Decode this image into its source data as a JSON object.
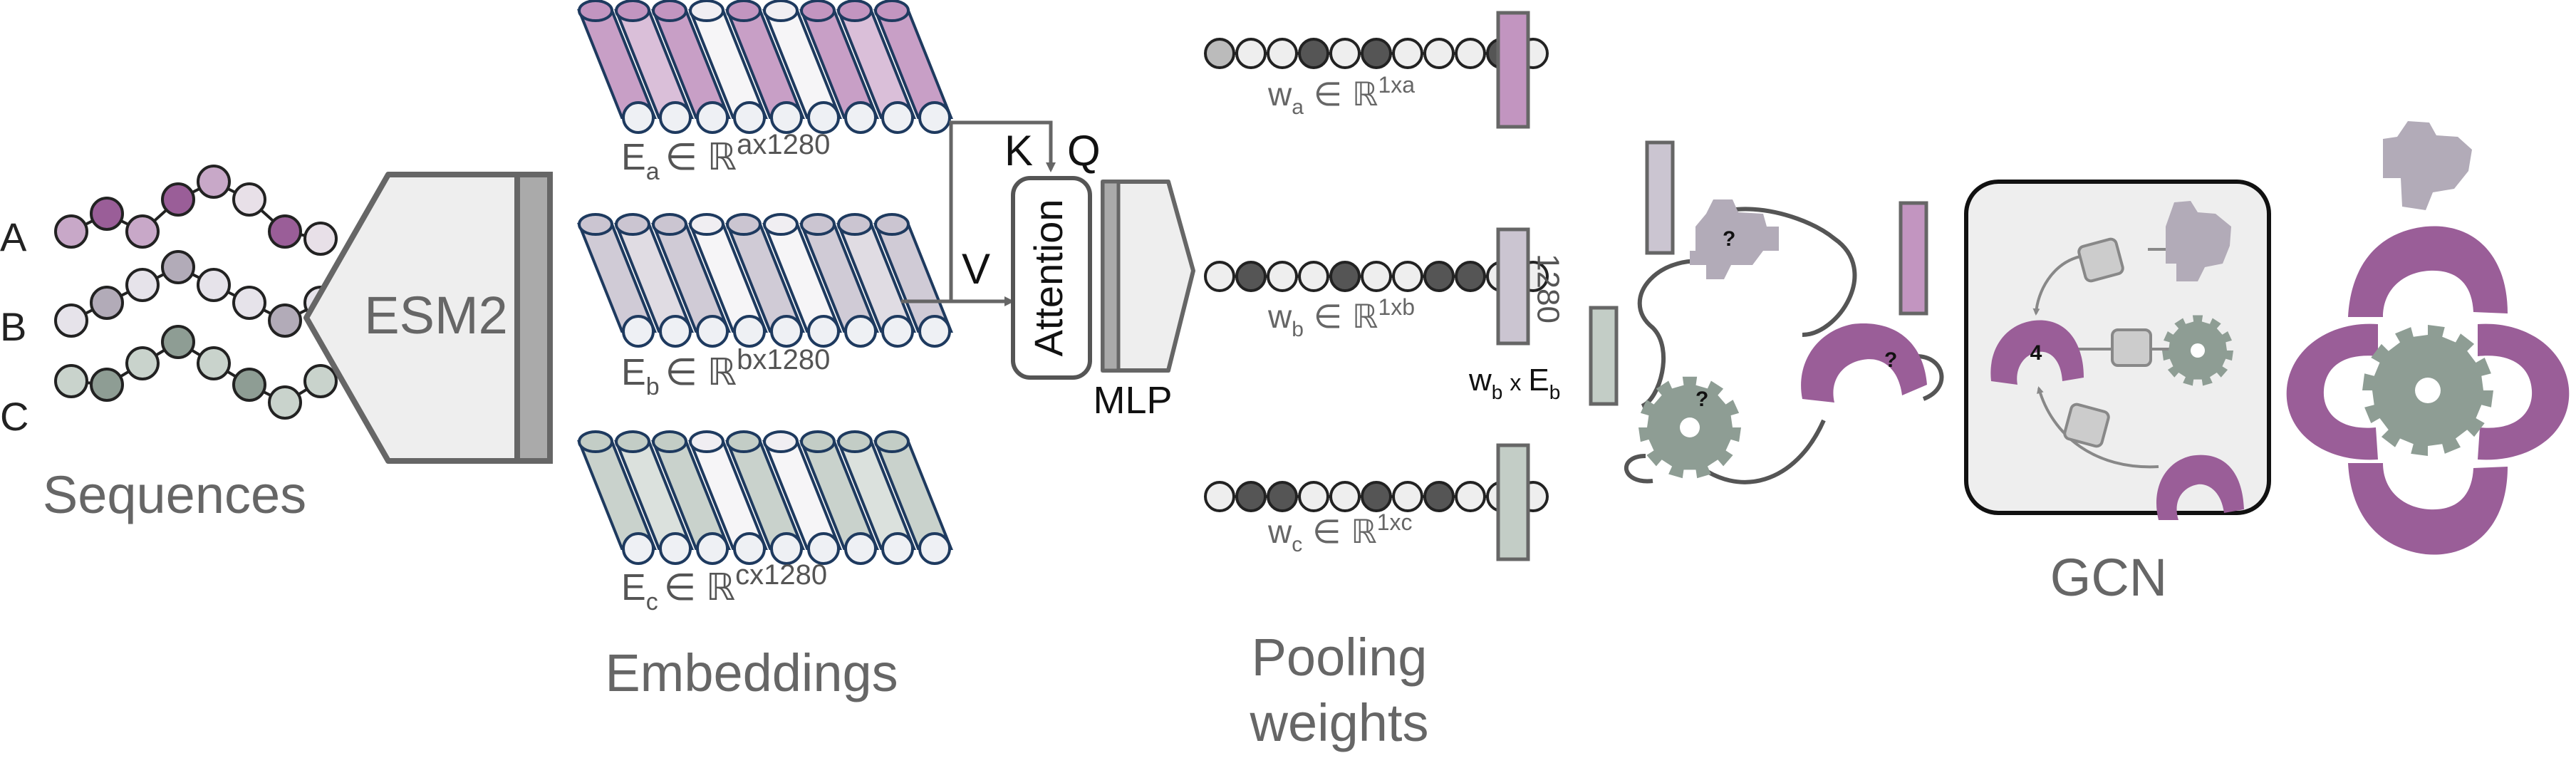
{
  "colors": {
    "outline": "#1e3a5f",
    "dark_gray": "#555555",
    "mid_gray": "#888888",
    "panel_fill": "#eeeeee",
    "bead_white": "#eeeeee",
    "bead_dark": "#555555",
    "bead_mid": "#bbbbbb",
    "purple_dark": "#9a5e98",
    "purple_light": "#c8a8c8",
    "gray_purple": "#b2abb8",
    "green_gray": "#8e9d94",
    "green_light": "#c9d3cc",
    "rod_purple": "#c295c0",
    "rod_lavender": "#cbc5d1",
    "rod_green": "#c3cdc6"
  },
  "icons": {
    "mlp": "trapezoid-icon",
    "protein_purple": "purple-c-protein-icon",
    "protein_gray": "gray-protein-icon",
    "protein_green": "green-gear-protein-icon"
  },
  "sequences": {
    "rows": [
      {
        "label": "A",
        "colors": [
          "#c8a8c8",
          "#9a5e98",
          "#c8a8c8",
          "#9a5e98",
          "#c8a8c8",
          "#e8e0e8",
          "#9a5e98",
          "#e8e0e8"
        ]
      },
      {
        "label": "B",
        "colors": [
          "#e6e3ea",
          "#b2abb8",
          "#e6e3ea",
          "#b2abb8",
          "#e6e3ea",
          "#e6e3ea",
          "#b2abb8",
          "#e6e3ea"
        ]
      },
      {
        "label": "C",
        "colors": [
          "#c9d3cc",
          "#8e9d94",
          "#c9d3cc",
          "#8e9d94",
          "#c9d3cc",
          "#8e9d94",
          "#c9d3cc",
          "#c9d3cc"
        ]
      }
    ],
    "caption": "Sequences"
  },
  "esm": {
    "label": "ESM2"
  },
  "embeddings": {
    "caption": "Embeddings",
    "a": {
      "prefix": "E",
      "sub": "a",
      "elem": "∈",
      "set": "ℝ",
      "sup": "ax1280",
      "color": "#c295c0"
    },
    "b": {
      "prefix": "E",
      "sub": "b",
      "elem": "∈",
      "set": "ℝ",
      "sup": "bx1280",
      "color": "#cbc5d1"
    },
    "c": {
      "prefix": "E",
      "sub": "c",
      "elem": "∈",
      "set": "ℝ",
      "sup": "cx1280",
      "color": "#c3cdc6"
    }
  },
  "attention": {
    "label": "Attention",
    "k": "K",
    "q": "Q",
    "v": "V",
    "mlp": "MLP"
  },
  "pooling": {
    "caption_line1": "Pooling",
    "caption_line2": "weights",
    "dim": "1280",
    "product": {
      "w": "w",
      "w_sub": "b",
      "times": "x",
      "e": "E",
      "e_sub": "b"
    },
    "rows": [
      {
        "w": "w",
        "sub": "a",
        "elem": "∈",
        "set": "ℝ",
        "sup": "1xa",
        "beads": [
          "#bbbbbb",
          "#eeeeee",
          "#eeeeee",
          "#555555",
          "#eeeeee",
          "#555555",
          "#eeeeee",
          "#eeeeee",
          "#eeeeee",
          "#555555",
          "#eeeeee"
        ],
        "bar_color": "#c295c0"
      },
      {
        "w": "w",
        "sub": "b",
        "elem": "∈",
        "set": "ℝ",
        "sup": "1xb",
        "beads": [
          "#eeeeee",
          "#555555",
          "#eeeeee",
          "#eeeeee",
          "#555555",
          "#eeeeee",
          "#eeeeee",
          "#555555",
          "#555555",
          "#eeeeee",
          "#eeeeee"
        ],
        "bar_color": "#cbc5d1"
      },
      {
        "w": "w",
        "sub": "c",
        "elem": "∈",
        "set": "ℝ",
        "sup": "1xc",
        "beads": [
          "#eeeeee",
          "#555555",
          "#555555",
          "#eeeeee",
          "#eeeeee",
          "#555555",
          "#eeeeee",
          "#555555",
          "#eeeeee",
          "#eeeeee",
          "#eeeeee"
        ],
        "bar_color": "#c3cdc6"
      }
    ]
  },
  "graph": {
    "unknown": "?"
  },
  "gcn": {
    "label": "GCN",
    "output": "4"
  }
}
